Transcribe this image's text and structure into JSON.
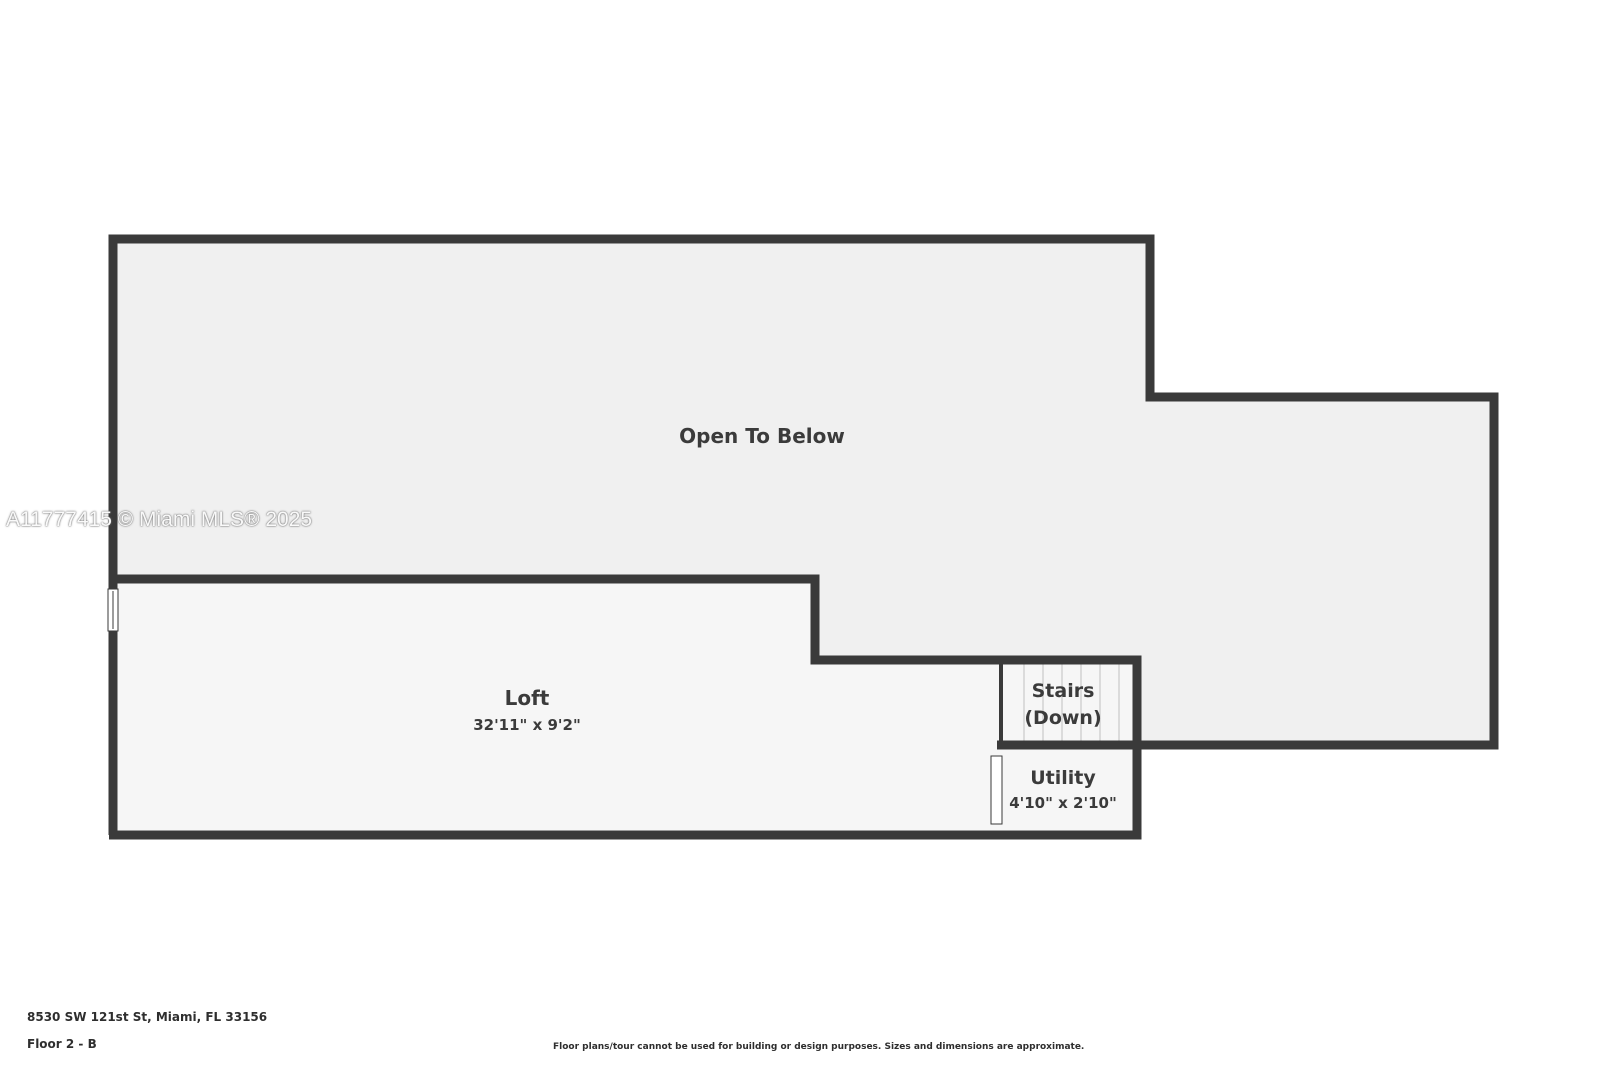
{
  "colors": {
    "wall": "#3a3a3a",
    "open_to_below_fill": "#f0f0f0",
    "room_fill": "#f6f6f6",
    "text": "#3b3b3b"
  },
  "rooms": {
    "open_to_below": {
      "name": "Open To Below"
    },
    "loft": {
      "name": "Loft",
      "dimensions": "32'11\" x 9'2\""
    },
    "stairs": {
      "name_line1": "Stairs",
      "name_line2": "(Down)"
    },
    "utility": {
      "name": "Utility",
      "dimensions": "4'10\" x 2'10\""
    }
  },
  "watermark": "A11777415 © Miami MLS® 2025",
  "footer": {
    "address": "8530 SW 121st St, Miami, FL 33156",
    "floor": "Floor 2 - B",
    "disclaimer": "Floor plans/tour cannot be used for building or design purposes. Sizes and dimensions are approximate."
  }
}
